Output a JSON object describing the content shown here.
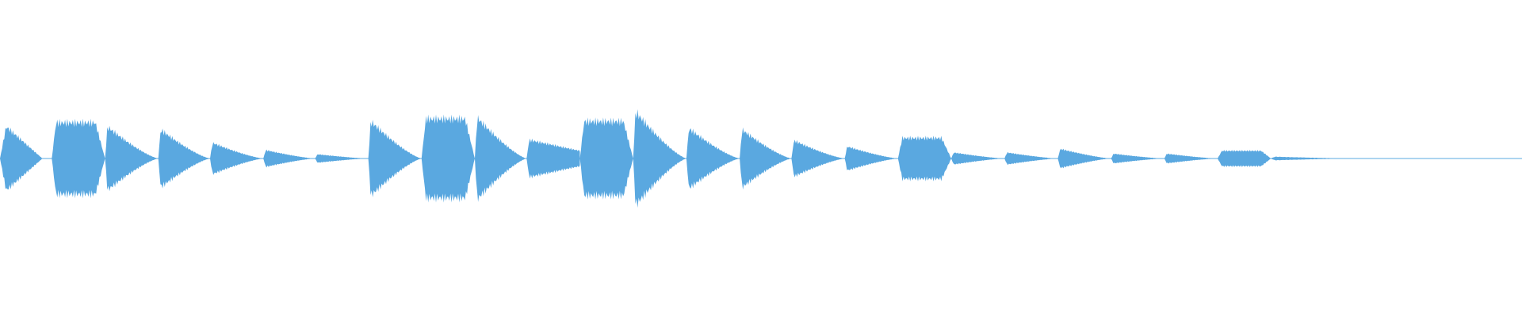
{
  "waveform": {
    "color": "#5aa8e0",
    "background": "#ffffff",
    "segments": [
      {
        "start": 0.0,
        "end": 0.034,
        "amp": 0.5,
        "shape": "tri"
      },
      {
        "start": 0.034,
        "end": 0.069,
        "amp": 0.56,
        "shape": "flat"
      },
      {
        "start": 0.069,
        "end": 0.104,
        "amp": 0.53,
        "shape": "decay"
      },
      {
        "start": 0.104,
        "end": 0.138,
        "amp": 0.48,
        "shape": "decay"
      },
      {
        "start": 0.138,
        "end": 0.173,
        "amp": 0.26,
        "shape": "decay"
      },
      {
        "start": 0.173,
        "end": 0.207,
        "amp": 0.14,
        "shape": "decay"
      },
      {
        "start": 0.207,
        "end": 0.242,
        "amp": 0.07,
        "shape": "decay"
      },
      {
        "start": 0.242,
        "end": 0.277,
        "amp": 0.62,
        "shape": "decay"
      },
      {
        "start": 0.277,
        "end": 0.312,
        "amp": 0.62,
        "shape": "flat"
      },
      {
        "start": 0.312,
        "end": 0.346,
        "amp": 0.68,
        "shape": "decay"
      },
      {
        "start": 0.346,
        "end": 0.381,
        "amp": 0.3,
        "shape": "tail"
      },
      {
        "start": 0.381,
        "end": 0.416,
        "amp": 0.58,
        "shape": "flat"
      },
      {
        "start": 0.416,
        "end": 0.451,
        "amp": 0.78,
        "shape": "decay"
      },
      {
        "start": 0.451,
        "end": 0.486,
        "amp": 0.5,
        "shape": "decay"
      },
      {
        "start": 0.486,
        "end": 0.52,
        "amp": 0.48,
        "shape": "decay"
      },
      {
        "start": 0.52,
        "end": 0.555,
        "amp": 0.3,
        "shape": "decay"
      },
      {
        "start": 0.555,
        "end": 0.59,
        "amp": 0.2,
        "shape": "decay"
      },
      {
        "start": 0.59,
        "end": 0.625,
        "amp": 0.32,
        "shape": "flat"
      },
      {
        "start": 0.625,
        "end": 0.66,
        "amp": 0.1,
        "shape": "decay"
      },
      {
        "start": 0.66,
        "end": 0.695,
        "amp": 0.1,
        "shape": "decay"
      },
      {
        "start": 0.695,
        "end": 0.73,
        "amp": 0.16,
        "shape": "decay"
      },
      {
        "start": 0.73,
        "end": 0.765,
        "amp": 0.08,
        "shape": "decay"
      },
      {
        "start": 0.765,
        "end": 0.8,
        "amp": 0.08,
        "shape": "decay"
      },
      {
        "start": 0.8,
        "end": 0.835,
        "amp": 0.12,
        "shape": "flat"
      },
      {
        "start": 0.835,
        "end": 0.89,
        "amp": 0.03,
        "shape": "decay"
      }
    ]
  }
}
